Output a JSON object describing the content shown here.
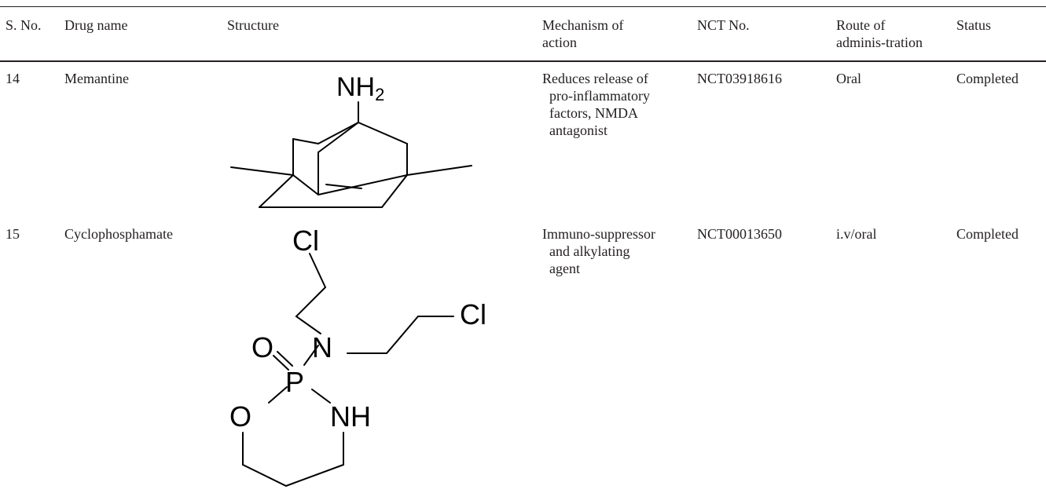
{
  "table": {
    "headers": {
      "sno": "S. No.",
      "drug": "Drug name",
      "structure": "Structure",
      "mechanism": [
        "Mechanism of",
        "action"
      ],
      "nct": "NCT No.",
      "route": [
        "Route of",
        "adminis-tration"
      ],
      "status": "Status"
    },
    "rows": [
      {
        "sno": "14",
        "drug": "Memantine",
        "mechanism": [
          "Reduces release of",
          "pro-inflammatory",
          "factors, NMDA",
          "antagonist"
        ],
        "nct": "NCT03918616",
        "route": "Oral",
        "status": "Completed",
        "structure_labels": {
          "amine": "NH",
          "amine_sub": "2"
        }
      },
      {
        "sno": "15",
        "drug": "Cyclophosphamate",
        "mechanism": [
          "Immuno-suppressor",
          "and alkylating",
          "agent"
        ],
        "nct": "NCT00013650",
        "route": "i.v/oral",
        "status": "Completed",
        "structure_labels": {
          "cl1": "Cl",
          "cl2": "Cl",
          "n": "N",
          "o_double": "O",
          "p": "P",
          "nh": "NH",
          "o_ring": "O"
        }
      }
    ]
  }
}
